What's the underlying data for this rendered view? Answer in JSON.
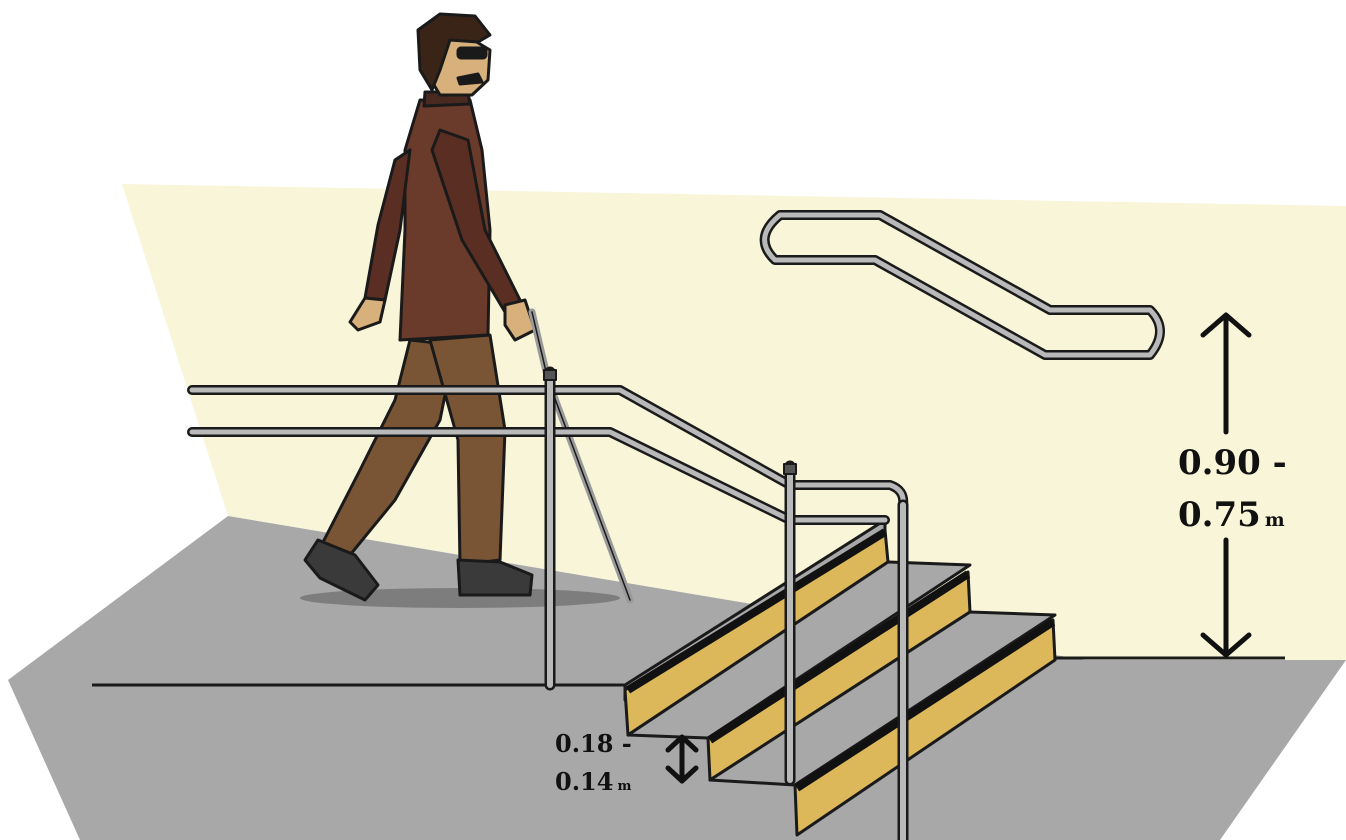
{
  "illustration": {
    "subject": "person-with-cane-descending-stairs",
    "colors": {
      "wall": "#f8f5d8",
      "floor": "#a8a8a8",
      "stair_nosing": "#dcb85a",
      "rail": "#b9b9b9",
      "outline": "#1a1a1a",
      "jacket": "#6a3a2a",
      "trousers": "#7a5535",
      "skin": "#d8b07c",
      "hair": "#3a2418"
    }
  },
  "dimensions": {
    "handrail_height": {
      "line1": "0.90 -",
      "line2": "0.75",
      "unit": "m"
    },
    "riser_height": {
      "line1": "0.18 -",
      "line2": "0.14",
      "unit": "m"
    }
  }
}
